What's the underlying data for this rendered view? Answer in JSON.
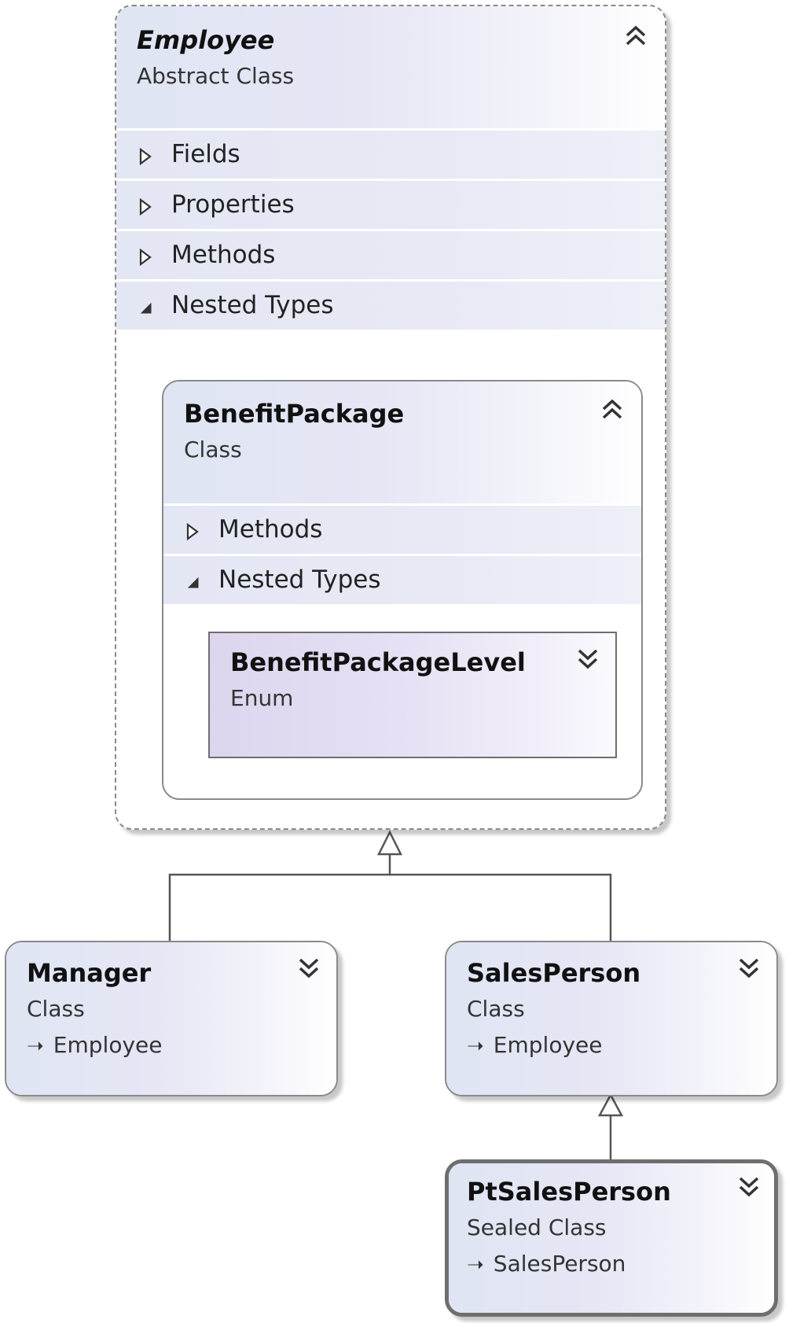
{
  "diagram": {
    "employee": {
      "name": "Employee",
      "kind": "Abstract Class",
      "toggle_icon": "collapse-chevrons-icon",
      "compartments": [
        {
          "label": "Fields",
          "state": "collapsed"
        },
        {
          "label": "Properties",
          "state": "collapsed"
        },
        {
          "label": "Methods",
          "state": "collapsed"
        },
        {
          "label": "Nested Types",
          "state": "expanded"
        }
      ],
      "nested": {
        "benefit_package": {
          "name": "BenefitPackage",
          "kind": "Class",
          "toggle_icon": "collapse-chevrons-icon",
          "compartments": [
            {
              "label": "Methods",
              "state": "collapsed"
            },
            {
              "label": "Nested Types",
              "state": "expanded"
            }
          ],
          "nested": {
            "benefit_package_level": {
              "name": "BenefitPackageLevel",
              "kind": "Enum",
              "toggle_icon": "expand-chevrons-icon"
            }
          }
        }
      }
    },
    "manager": {
      "name": "Manager",
      "kind": "Class",
      "base": "Employee",
      "toggle_icon": "expand-chevrons-icon"
    },
    "sales_person": {
      "name": "SalesPerson",
      "kind": "Class",
      "base": "Employee",
      "toggle_icon": "expand-chevrons-icon"
    },
    "pt_sales_person": {
      "name": "PtSalesPerson",
      "kind": "Sealed Class",
      "base": "SalesPerson",
      "toggle_icon": "expand-chevrons-icon"
    },
    "colors": {
      "border": "#8a8a8a",
      "header_gradient_start": "#dfe5f3",
      "enum_header_start": "#ddd5ee",
      "compartment_fill": "#e6e9f5",
      "connector": "#555555"
    }
  }
}
